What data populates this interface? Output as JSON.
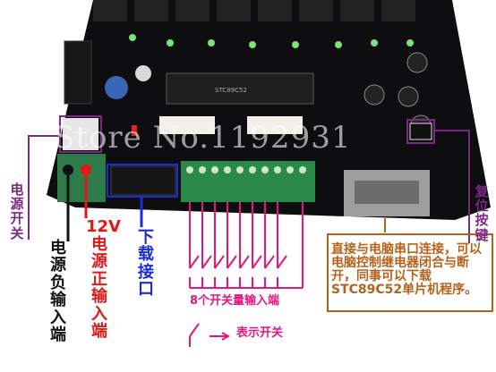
{
  "watermark": "Store No.1192931",
  "labels": {
    "power_switch": "电源开关",
    "reset_key": "复位按键",
    "gnd_input": "电源负输入端",
    "v12_prefix": "12V",
    "v12_input": "电源正输入端",
    "download_port": "下载接口",
    "switch_inputs": "8个开关量输入端",
    "switch_symbol": "表示开关",
    "serial_note": "直接与电脑串口连接，可以电脑控制继电器闭合与断开，同事可以下载STC89C52单片机程序。"
  },
  "colors": {
    "purple": "#7a2a83",
    "black": "#111111",
    "red": "#e01818",
    "blue": "#1b2bd6",
    "pink": "#e0187f",
    "brown": "#b4621a"
  }
}
